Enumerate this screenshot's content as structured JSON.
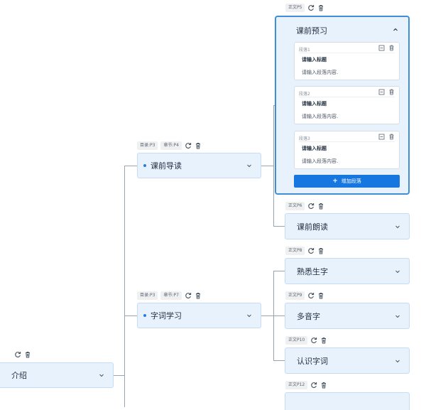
{
  "root_node": {
    "label": "介绍"
  },
  "chapters": [
    {
      "toc_tag": "目录:P3",
      "section_tag": "章节:P4",
      "label": "课前导读"
    },
    {
      "toc_tag": "目录:P3",
      "section_tag": "章节:P7",
      "label": "字词学习"
    }
  ],
  "expanded_card": {
    "page_tag": "正文P5",
    "title": "课前预习",
    "paragraphs": [
      {
        "label": "段落1",
        "title": "请输入标题",
        "content": "请输入段落内容."
      },
      {
        "label": "段落2",
        "title": "请输入标题",
        "content": "请输入段落内容."
      },
      {
        "label": "段落3",
        "title": "请输入标题",
        "content": "请输入段落内容."
      }
    ],
    "add_button": {
      "icon": "+",
      "label": "增加段落"
    }
  },
  "leaves": [
    {
      "page_tag": "正文P6",
      "label": "课前朗读"
    },
    {
      "page_tag": "正文P8",
      "label": "熟悉生字"
    },
    {
      "page_tag": "正文P9",
      "label": "多音字"
    },
    {
      "page_tag": "正文P10",
      "label": "认识字词"
    },
    {
      "page_tag": "正文P12",
      "label": ""
    }
  ]
}
